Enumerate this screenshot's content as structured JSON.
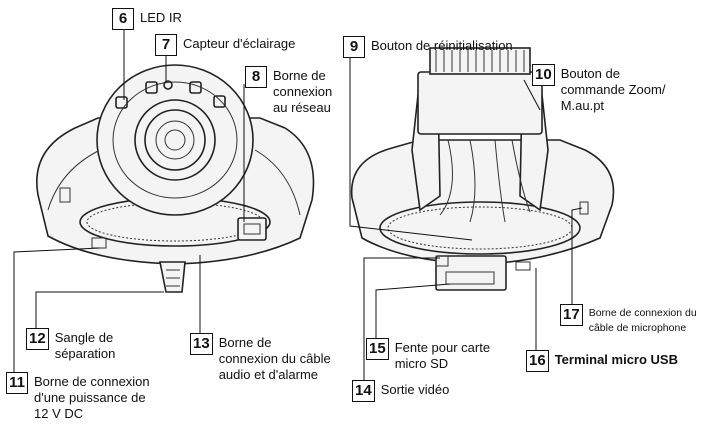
{
  "callouts": [
    {
      "number": "6",
      "label": "LED IR"
    },
    {
      "number": "7",
      "label": "Capteur d'éclairage"
    },
    {
      "number": "8",
      "label": "Borne de\nconnexion\nau réseau"
    },
    {
      "number": "9",
      "label": "Bouton de réinitialisation"
    },
    {
      "number": "10",
      "label": "Bouton de\ncommande Zoom/\nM.au.pt"
    },
    {
      "number": "11",
      "label": "Borne de connexion\nd'une puissance de\n12 V DC"
    },
    {
      "number": "12",
      "label": "Sangle de\nséparation"
    },
    {
      "number": "13",
      "label": "Borne de\nconnexion du câble\naudio et d'alarme"
    },
    {
      "number": "14",
      "label": "Sortie vidéo"
    },
    {
      "number": "15",
      "label": "Fente pour carte\nmicro SD"
    },
    {
      "number": "16",
      "label": "Terminal micro USB"
    },
    {
      "number": "17",
      "label": "Borne de connexion du\ncâble de microphone"
    }
  ]
}
